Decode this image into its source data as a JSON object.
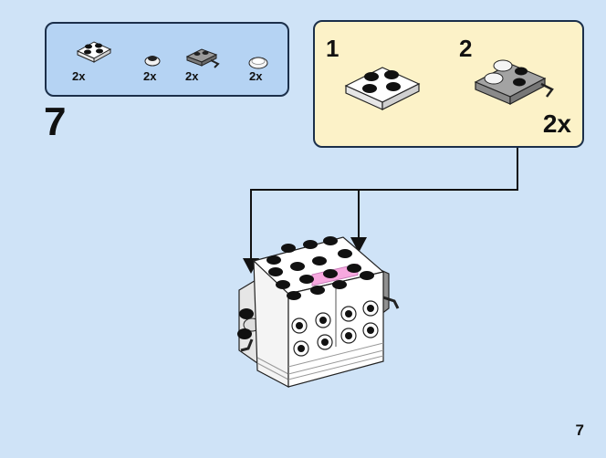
{
  "parts_list": {
    "items": [
      {
        "icon": "white-2x2-plate-icon",
        "quantity": "2x"
      },
      {
        "icon": "white-round-tile-icon",
        "quantity": "2x"
      },
      {
        "icon": "gray-plate-with-clip-icon",
        "quantity": "2x"
      },
      {
        "icon": "white-round-stud-icon",
        "quantity": "2x"
      }
    ]
  },
  "step": {
    "number": "7"
  },
  "subassembly": {
    "steps": [
      {
        "number": "1",
        "icon": "white-2x2-plate-icon"
      },
      {
        "number": "2",
        "icon": "gray-plate-with-clip-and-studs-icon"
      }
    ],
    "multiplier": "2x"
  },
  "model": {
    "icon": "robot-head-cube-icon"
  },
  "page": {
    "number": "7"
  },
  "colors": {
    "background": "#cfe3f7",
    "parts_box": "#b5d3f3",
    "subassembly_box": "#fcf2c8",
    "pink_tile": "#f7a8df",
    "gray": "#8a8a8a"
  }
}
